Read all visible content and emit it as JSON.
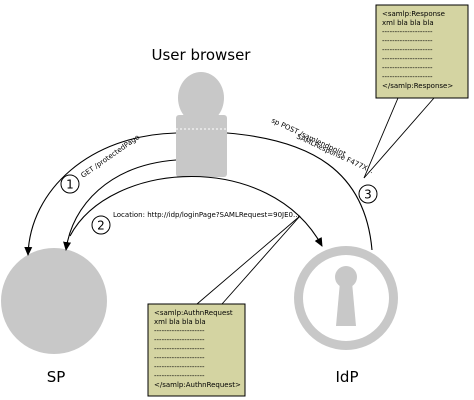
{
  "actors": {
    "user_browser": "User browser",
    "sp": "SP",
    "idp": "IdP"
  },
  "steps": [
    {
      "number": "1",
      "label": "GET /protectedPage"
    },
    {
      "number": "2",
      "label": "Location: http://idp/loginPage?SAMLRequest=90JE0..."
    },
    {
      "number": "3",
      "label_line1": "sp POST /samlendpoint",
      "label_line2": "SAMLResponse F477X..."
    }
  ],
  "response_note": {
    "lines": [
      "<samlp:Response",
      "xml bla bla bla",
      "--------------------",
      "--------------------",
      "--------------------",
      "--------------------",
      "--------------------",
      "--------------------",
      "</samlp:Response>"
    ]
  },
  "request_note": {
    "lines": [
      "<samlp:AuthnRequest",
      "xml bla bla bla",
      "--------------------",
      "--------------------",
      "--------------------",
      "--------------------",
      "--------------------",
      "--------------------",
      "</samlp:AuthnRequest>"
    ]
  },
  "colors": {
    "actor_fill": "#c8c8c8",
    "note_fill": "#d4d4a2",
    "line": "#000000"
  }
}
